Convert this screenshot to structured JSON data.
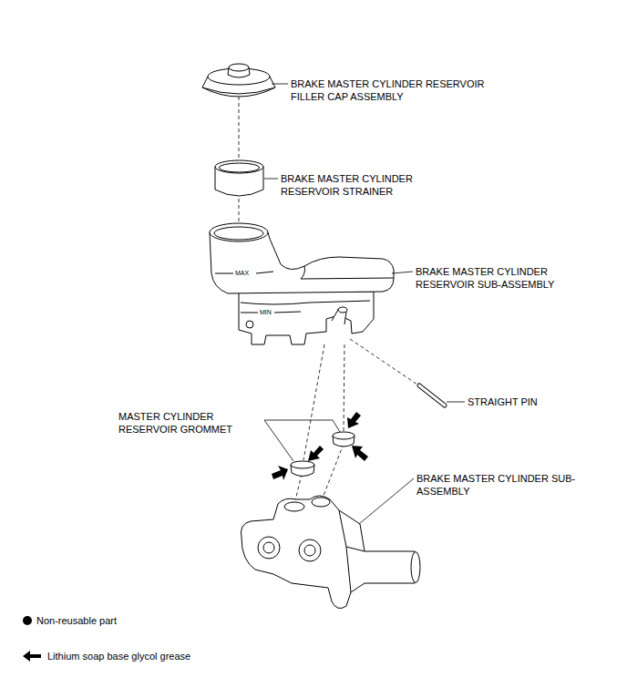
{
  "diagram": {
    "labels": [
      "BRAKE MASTER CYLINDER RESERVOIR FILLER CAP ASSEMBLY",
      "BRAKE MASTER CYLINDER RESERVOIR STRAINER",
      "BRAKE MASTER CYLINDER RESERVOIR SUB-ASSEMBLY",
      "MAX",
      "MIN",
      "STRAIGHT PIN",
      "MASTER CYLINDER RESERVOIR GROMMET",
      "BRAKE MASTER CYLINDER SUB-ASSEMBLY"
    ],
    "legend": [
      {
        "text": "Non-reusable part"
      },
      {
        "text": "Lithium soap base glycol grease"
      }
    ]
  }
}
